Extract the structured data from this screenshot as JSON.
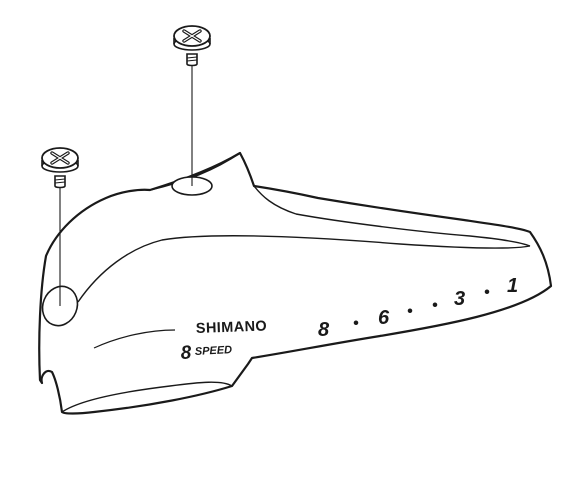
{
  "cover": {
    "brand": "SHIMANO",
    "speed_number": "8",
    "speed_word": "SPEED",
    "gear_marks": [
      "8",
      "•",
      "6",
      "•",
      "•",
      "3",
      "•",
      "1"
    ]
  },
  "screws": [
    {
      "name": "top-screw"
    },
    {
      "name": "left-screw"
    }
  ]
}
